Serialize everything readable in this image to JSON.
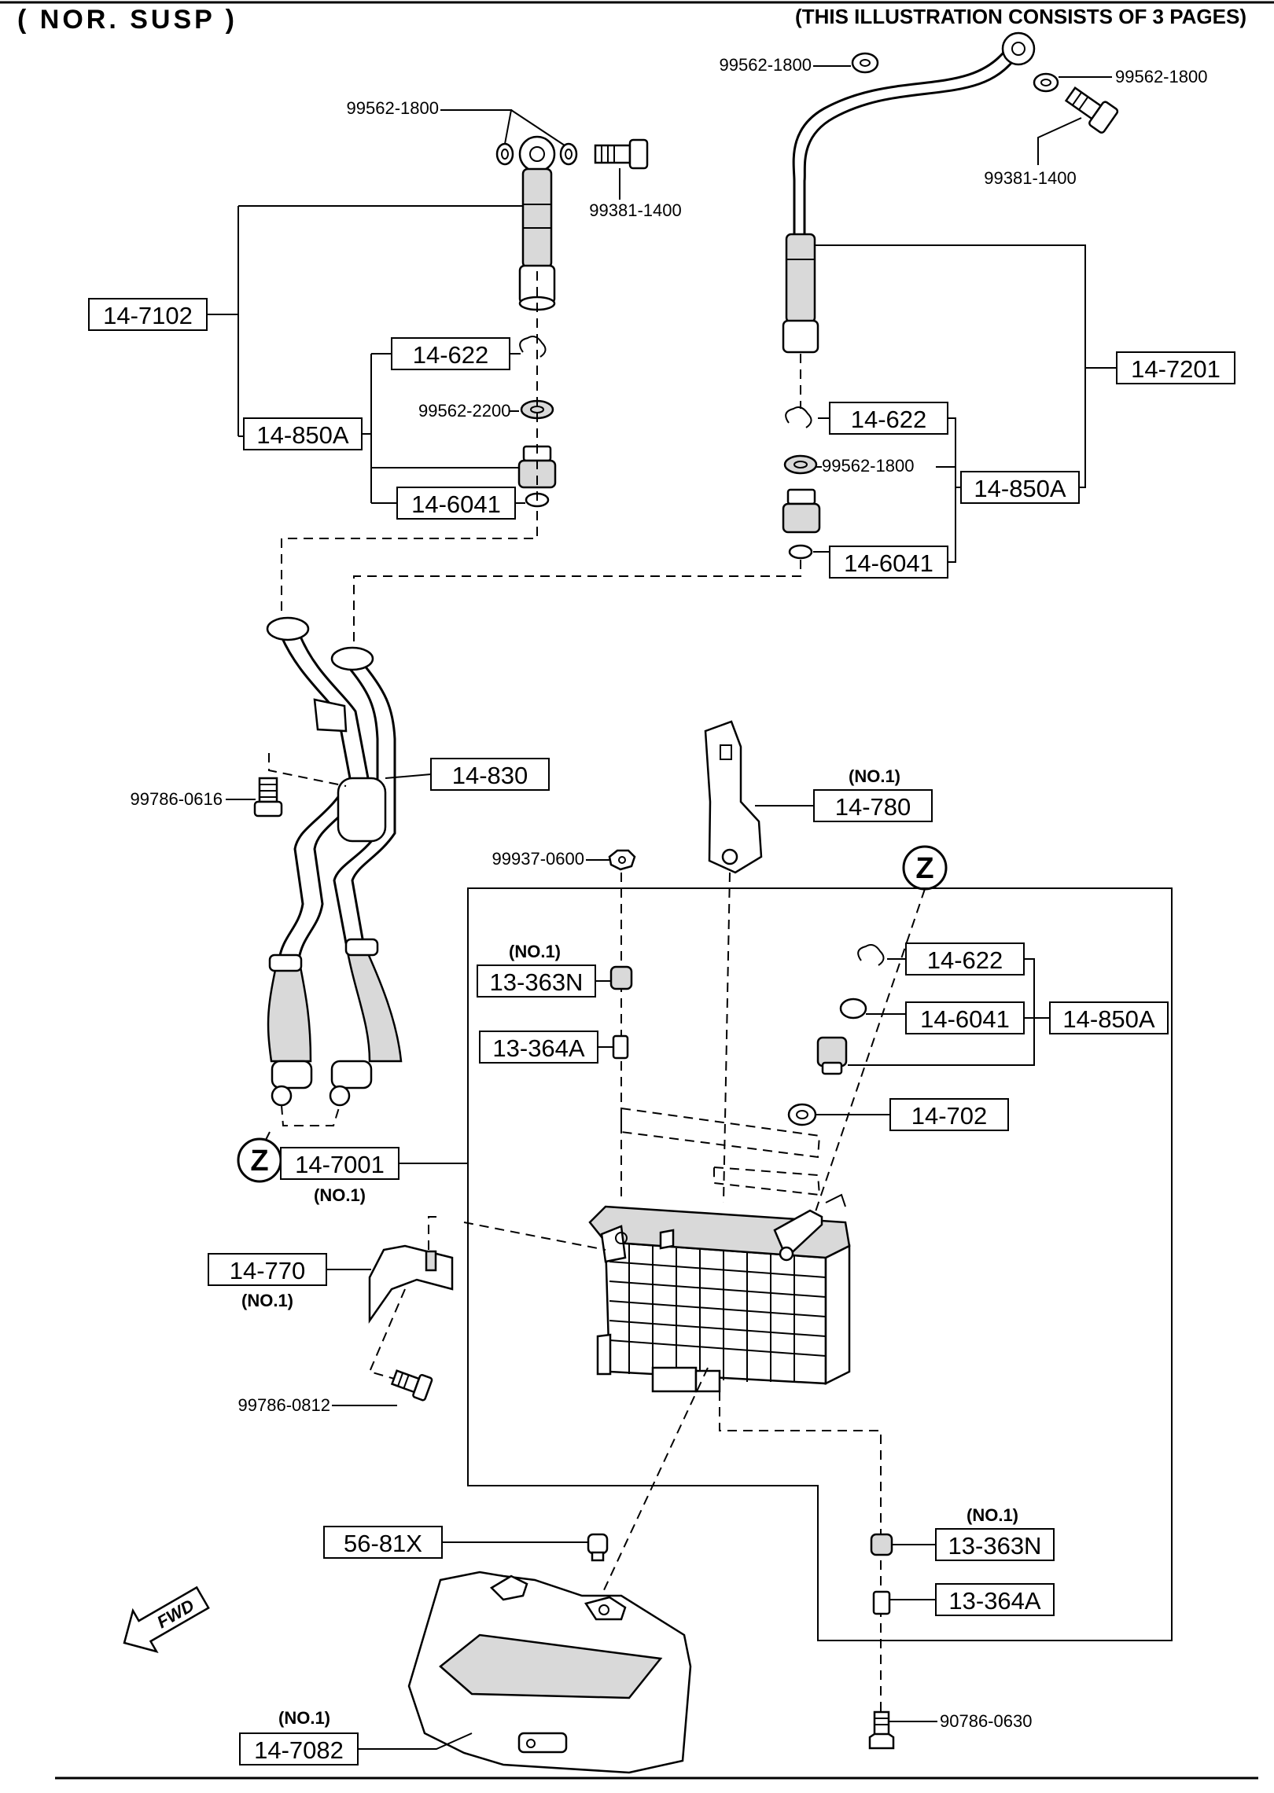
{
  "header": {
    "left_title": "( NOR. SUSP )",
    "right_note": "(THIS ILLUSTRATION CONSISTS OF  3 PAGES)"
  },
  "callouts": {
    "top_left_washer": "99562-1800",
    "top_left_bolt": "99381-1400",
    "top_right_washer_a": "99562-1800",
    "top_right_washer_b": "99562-1800",
    "top_right_bolt": "99381-1400",
    "left_hose_assy": "14-7102",
    "left_clip": "14-622",
    "left_washer": "99562-2200",
    "left_fitting_set": "14-850A",
    "left_oring": "14-6041",
    "right_hose_assy": "14-7201",
    "right_clip": "14-622",
    "right_washer": "99562-1800",
    "right_fitting_set": "14-850A",
    "right_oring": "14-6041",
    "pipe_assy": "14-830",
    "pipe_bolt": "99786-0616",
    "bracket_note": "(NO.1)",
    "bracket": "14-780",
    "nut_top": "99937-0600",
    "zone_marker_a": "Z",
    "zone_marker_b": "Z",
    "ins_note_1": "(NO.1)",
    "insulator_1": "13-363N",
    "collar_1": "13-364A",
    "cooler_clip": "14-622",
    "cooler_oring": "14-6041",
    "cooler_fitting_set": "14-850A",
    "cooler_washer": "14-702",
    "oil_cooler": "14-7001",
    "oil_cooler_note": "(NO.1)",
    "cooler_bracket": "14-770",
    "cooler_bracket_note": "(NO.1)",
    "cooler_bracket_bolt": "99786-0812",
    "cover_clip": "56-81X",
    "ins_note_2": "(NO.1)",
    "insulator_2": "13-363N",
    "collar_2": "13-364A",
    "bottom_bolt": "90786-0630",
    "cover_note": "(NO.1)",
    "cover": "14-7082",
    "fwd_arrow": "FWD"
  }
}
